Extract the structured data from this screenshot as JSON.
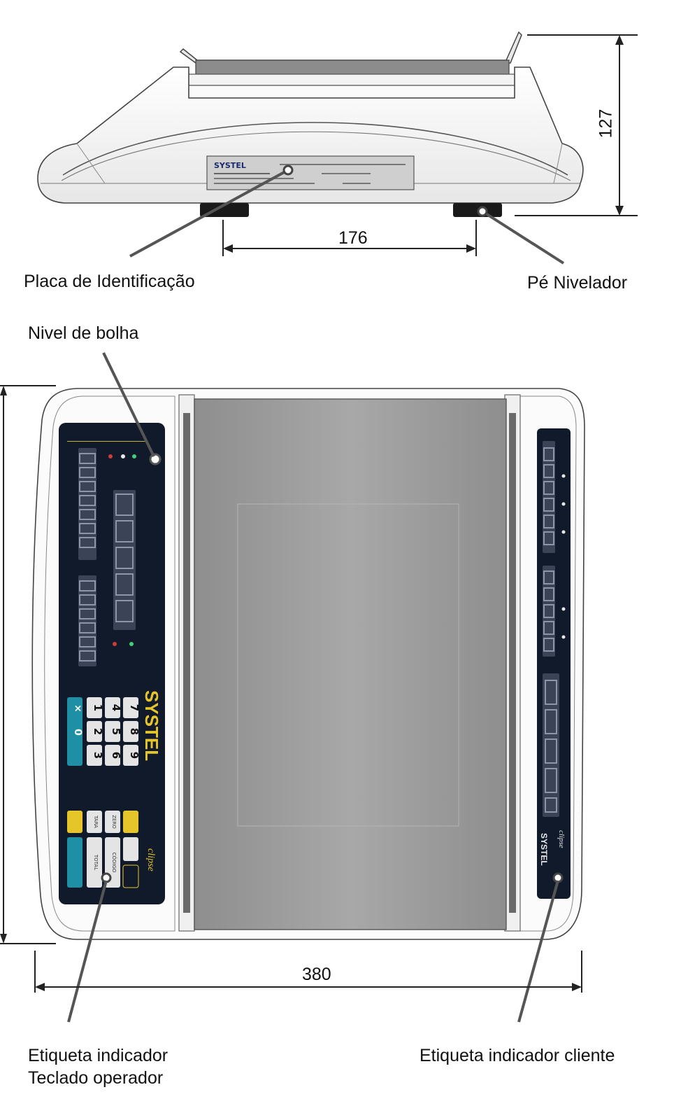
{
  "dimensions": {
    "height": "127",
    "foot_spacing": "176",
    "width": "380"
  },
  "labels": {
    "id_plate": "Placa de Identificação",
    "leveling_foot": "Pé Nivelador",
    "bubble_level": "Nivel de bolha",
    "operator_label_line1": "Etiqueta indicador",
    "operator_label_line2": "Teclado operador",
    "customer_label": "Etiqueta indicador cliente"
  },
  "device": {
    "brand": "SYSTEL",
    "model": "clipse",
    "keys": {
      "col1": [
        "7",
        "8",
        "9"
      ],
      "col2": [
        "4",
        "5",
        "6"
      ],
      "col3": [
        "1",
        "2",
        "3"
      ],
      "col4": [
        "×",
        "0",
        "·"
      ],
      "func": [
        "TARA",
        "ZERO",
        "TOTAL",
        "CÓDIGO"
      ]
    }
  },
  "colors": {
    "line": "#555555",
    "panel": "#111a2a",
    "key_teal": "#1f8fa6",
    "key_yellow": "#e6c52a",
    "key_gray": "#e4e4e4",
    "platter": "#ababab"
  }
}
